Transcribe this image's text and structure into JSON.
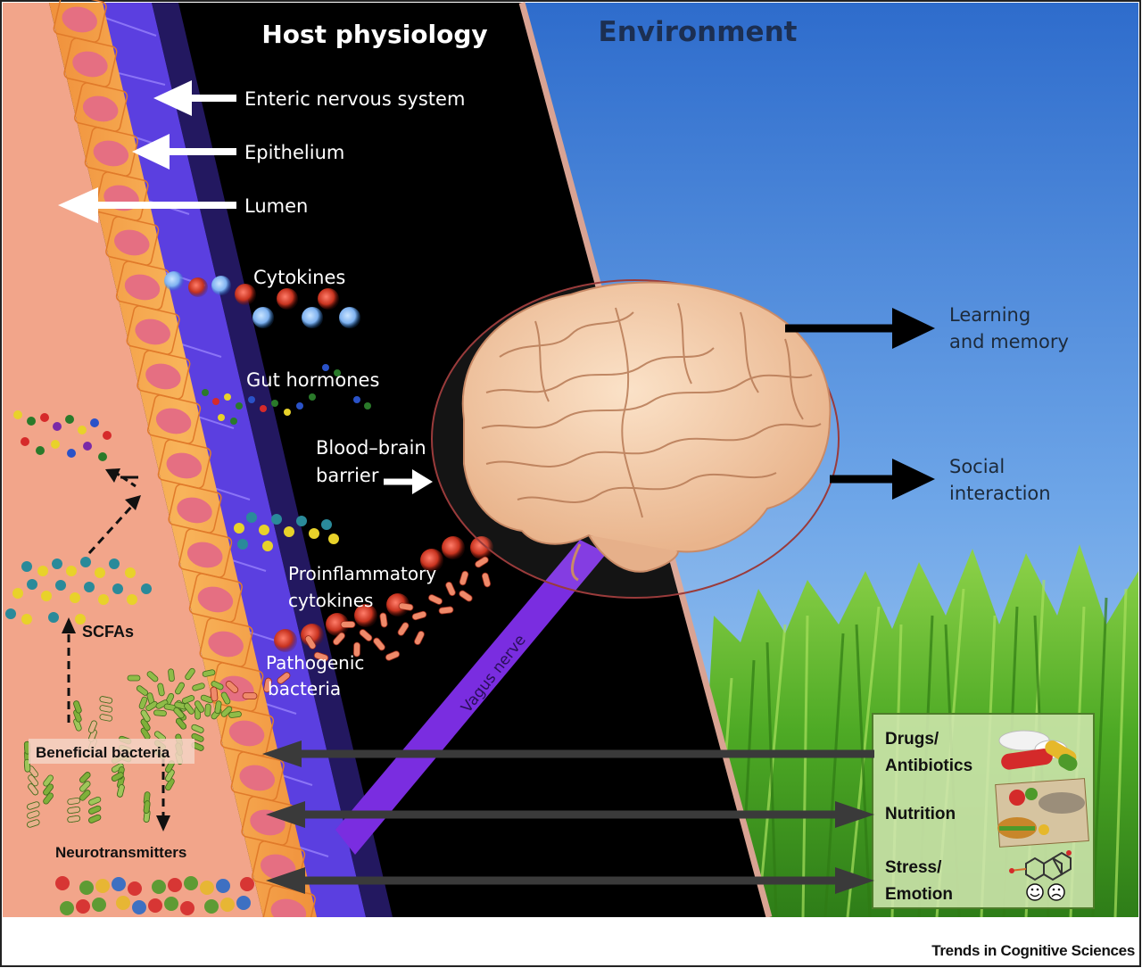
{
  "headers": {
    "host": "Host physiology",
    "environment": "Environment"
  },
  "gut_layers": {
    "enteric": "Enteric nervous system",
    "epithelium": "Epithelium",
    "lumen": "Lumen"
  },
  "molecules": {
    "cytokines": "Cytokines",
    "gut_hormones": "Gut hormones",
    "bbb_line1": "Blood–brain",
    "bbb_line2": "barrier",
    "proinflam_line1": "Proinflammatory",
    "proinflam_line2": "cytokines",
    "pathogenic_line1": "Pathogenic",
    "pathogenic_line2": "bacteria",
    "vagus": "Vagus nerve"
  },
  "gut_contents": {
    "scfas": "SCFAs",
    "beneficial": "Beneficial bacteria",
    "neurotransmitters": "Neurotransmitters"
  },
  "brain_outputs": {
    "learning_line1": "Learning",
    "learning_line2": "and memory",
    "social_line1": "Social",
    "social_line2": "interaction"
  },
  "environmental_factors": {
    "drugs_line1": "Drugs/",
    "drugs_line2": "Antibiotics",
    "nutrition": "Nutrition",
    "stress_line1": "Stress/",
    "stress_line2": "Emotion"
  },
  "credit": "Trends in Cognitive Sciences",
  "colors": {
    "lumen": "#f2a58a",
    "epithelium": "#f5a548",
    "cell_nucleus": "#e56f82",
    "enteric": "#6a4df0",
    "host_bg": "#000000",
    "sky_top": "#2f6fd0",
    "sky_bottom": "#a9cdf2",
    "grass": "#4fb02c",
    "vagus": "#7a2de0",
    "brain": "#f1c8a2",
    "env_box": "#c5e1a5"
  }
}
